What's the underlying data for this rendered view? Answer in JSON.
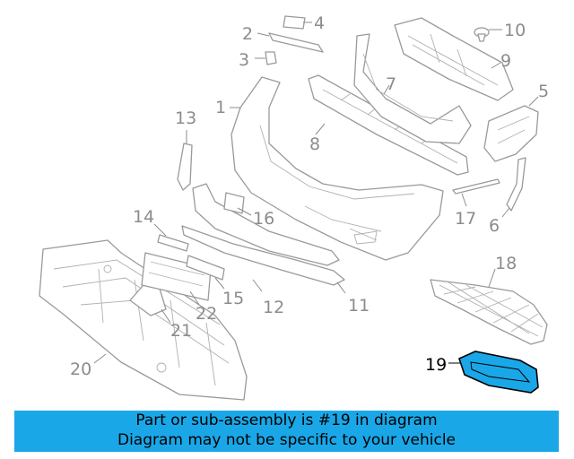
{
  "diagram": {
    "callouts": {
      "c1": "1",
      "c2": "2",
      "c3": "3",
      "c4": "4",
      "c5": "5",
      "c6": "6",
      "c7": "7",
      "c8": "8",
      "c9": "9",
      "c10": "10",
      "c11": "11",
      "c12": "12",
      "c13": "13",
      "c14": "14",
      "c15": "15",
      "c16": "16",
      "c17": "17",
      "c18": "18",
      "c19": "19",
      "c20": "20",
      "c21": "21",
      "c22": "22"
    },
    "highlight_color": "#1aa7e8",
    "highlighted_part": "19"
  },
  "banner": {
    "line1": "Part or sub-assembly is #19 in diagram",
    "line2": "Diagram may not be specific to your vehicle",
    "background": "#1aa7e8"
  }
}
